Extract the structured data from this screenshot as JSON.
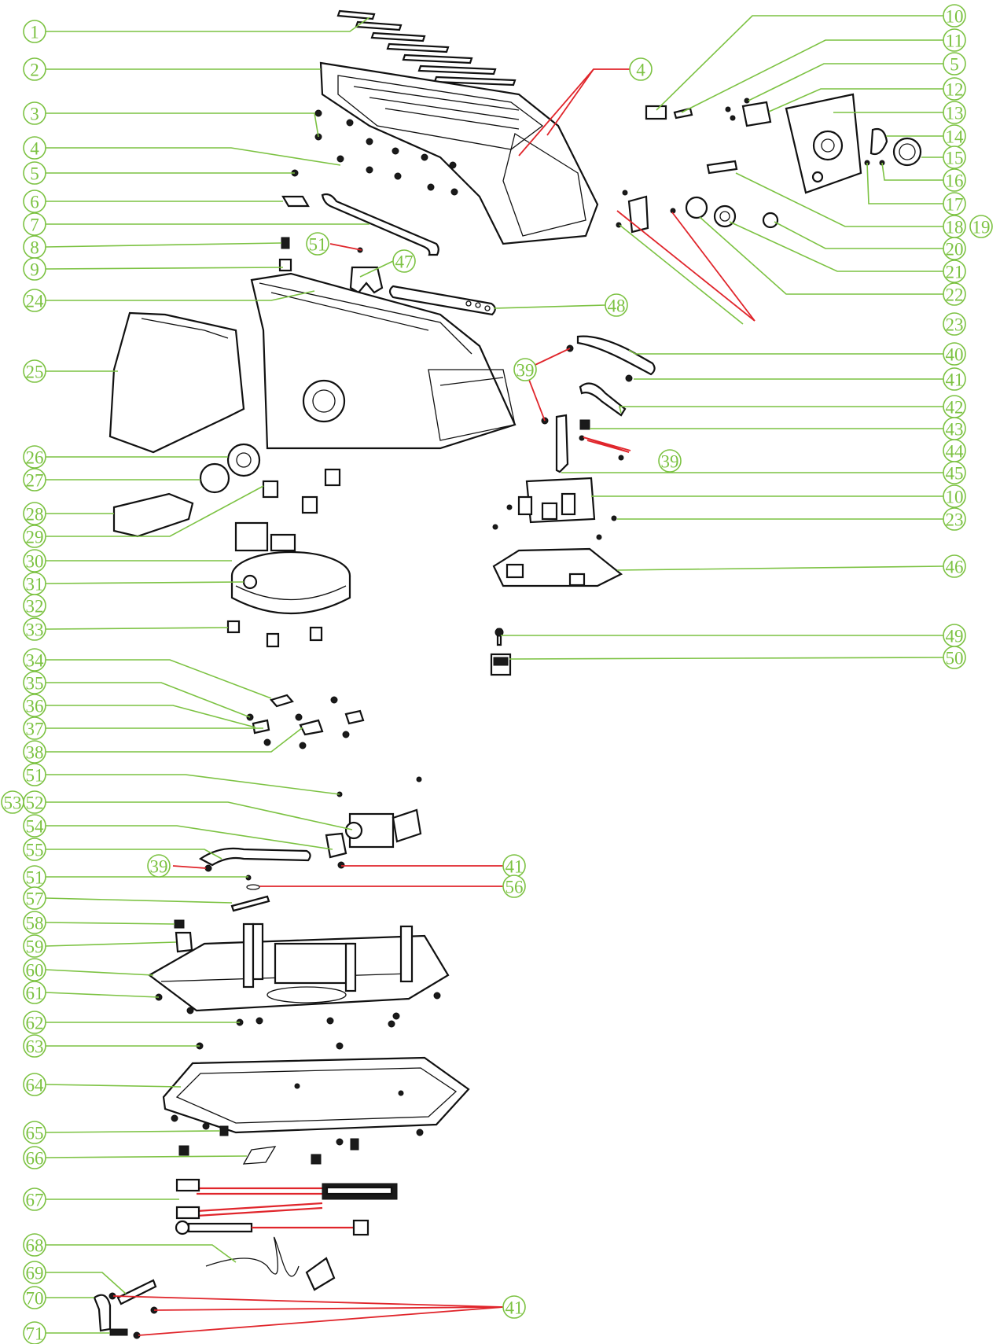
{
  "colors": {
    "callout_green": "#7cc242",
    "leader_red": "#e0252b",
    "line_art": "#111111"
  },
  "callouts": [
    {
      "id": "c1",
      "label": "1"
    },
    {
      "id": "c2",
      "label": "2"
    },
    {
      "id": "c3",
      "label": "3"
    },
    {
      "id": "c4a",
      "label": "4"
    },
    {
      "id": "c4b",
      "label": "4"
    },
    {
      "id": "c5a",
      "label": "5"
    },
    {
      "id": "c5b",
      "label": "5"
    },
    {
      "id": "c6",
      "label": "6"
    },
    {
      "id": "c7",
      "label": "7"
    },
    {
      "id": "c8",
      "label": "8"
    },
    {
      "id": "c9",
      "label": "9"
    },
    {
      "id": "c10a",
      "label": "10"
    },
    {
      "id": "c10b",
      "label": "10"
    },
    {
      "id": "c11",
      "label": "11"
    },
    {
      "id": "c12",
      "label": "12"
    },
    {
      "id": "c13",
      "label": "13"
    },
    {
      "id": "c14",
      "label": "14"
    },
    {
      "id": "c15",
      "label": "15"
    },
    {
      "id": "c16",
      "label": "16"
    },
    {
      "id": "c17",
      "label": "17"
    },
    {
      "id": "c18",
      "label": "18"
    },
    {
      "id": "c19",
      "label": "19"
    },
    {
      "id": "c20",
      "label": "20"
    },
    {
      "id": "c21",
      "label": "21"
    },
    {
      "id": "c22",
      "label": "22"
    },
    {
      "id": "c23a",
      "label": "23"
    },
    {
      "id": "c23b",
      "label": "23"
    },
    {
      "id": "c24",
      "label": "24"
    },
    {
      "id": "c25",
      "label": "25"
    },
    {
      "id": "c26",
      "label": "26"
    },
    {
      "id": "c27",
      "label": "27"
    },
    {
      "id": "c28",
      "label": "28"
    },
    {
      "id": "c29",
      "label": "29"
    },
    {
      "id": "c30",
      "label": "30"
    },
    {
      "id": "c31",
      "label": "31"
    },
    {
      "id": "c32",
      "label": "32"
    },
    {
      "id": "c33",
      "label": "33"
    },
    {
      "id": "c34",
      "label": "34"
    },
    {
      "id": "c35",
      "label": "35"
    },
    {
      "id": "c36",
      "label": "36"
    },
    {
      "id": "c37",
      "label": "37"
    },
    {
      "id": "c38",
      "label": "38"
    },
    {
      "id": "c39a",
      "label": "39"
    },
    {
      "id": "c39b",
      "label": "39"
    },
    {
      "id": "c39c",
      "label": "39"
    },
    {
      "id": "c40",
      "label": "40"
    },
    {
      "id": "c41a",
      "label": "41"
    },
    {
      "id": "c41b",
      "label": "41"
    },
    {
      "id": "c41c",
      "label": "41"
    },
    {
      "id": "c42",
      "label": "42"
    },
    {
      "id": "c43",
      "label": "43"
    },
    {
      "id": "c44",
      "label": "44"
    },
    {
      "id": "c45",
      "label": "45"
    },
    {
      "id": "c46",
      "label": "46"
    },
    {
      "id": "c47",
      "label": "47"
    },
    {
      "id": "c48",
      "label": "48"
    },
    {
      "id": "c49",
      "label": "49"
    },
    {
      "id": "c50",
      "label": "50"
    },
    {
      "id": "c51a",
      "label": "51"
    },
    {
      "id": "c51b",
      "label": "51"
    },
    {
      "id": "c51c",
      "label": "51"
    },
    {
      "id": "c52",
      "label": "52"
    },
    {
      "id": "c53",
      "label": "53"
    },
    {
      "id": "c54",
      "label": "54"
    },
    {
      "id": "c55",
      "label": "55"
    },
    {
      "id": "c56",
      "label": "56"
    },
    {
      "id": "c57",
      "label": "57"
    },
    {
      "id": "c58",
      "label": "58"
    },
    {
      "id": "c59",
      "label": "59"
    },
    {
      "id": "c60",
      "label": "60"
    },
    {
      "id": "c61",
      "label": "61"
    },
    {
      "id": "c62",
      "label": "62"
    },
    {
      "id": "c63",
      "label": "63"
    },
    {
      "id": "c64",
      "label": "64"
    },
    {
      "id": "c65",
      "label": "65"
    },
    {
      "id": "c66",
      "label": "66"
    },
    {
      "id": "c67",
      "label": "67"
    },
    {
      "id": "c68",
      "label": "68"
    },
    {
      "id": "c69",
      "label": "69"
    },
    {
      "id": "c70",
      "label": "70"
    },
    {
      "id": "c71",
      "label": "71"
    }
  ]
}
